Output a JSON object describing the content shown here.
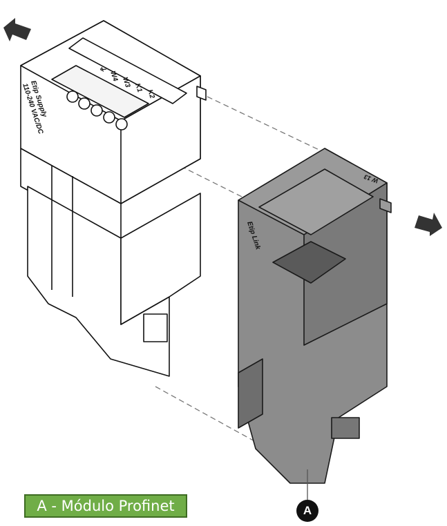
{
  "caption": {
    "label": "A - Módulo Profinet",
    "color": "#70ad47"
  },
  "callout": {
    "letter": "A"
  },
  "supply_module": {
    "name": "Etip Supply",
    "rating": "110-240 VAC/DC",
    "terminals": [
      "⏚",
      "W4",
      "W3",
      "K1",
      "K2"
    ]
  },
  "link_module": {
    "name": "Etip Link",
    "tag": "W 13",
    "color": "#8c8c8c"
  },
  "icons": [
    "insert-arrow-icon",
    "insert-arrow-icon"
  ]
}
